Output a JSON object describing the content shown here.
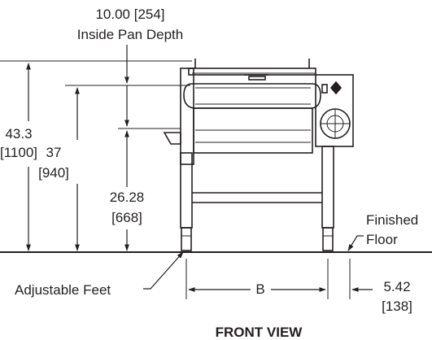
{
  "drawing": {
    "view_title": "FRONT VIEW",
    "pan_depth": {
      "value": "10.00 [254]",
      "caption": "Inside Pan Depth"
    },
    "overall_height": {
      "inches": "43.3",
      "mm": "[1100]"
    },
    "rim_height": {
      "inches": "37",
      "mm": "[940]"
    },
    "pour_height": {
      "inches": "26.28",
      "mm": "[668]"
    },
    "width_label": "B",
    "feet_label": "Adjustable Feet",
    "floor_label": {
      "line1": "Finished",
      "line2": "Floor"
    },
    "side_clearance": {
      "inches": "5.42",
      "mm": "[138]"
    }
  },
  "colors": {
    "ink": "#231f20",
    "background": "#ffffff"
  }
}
